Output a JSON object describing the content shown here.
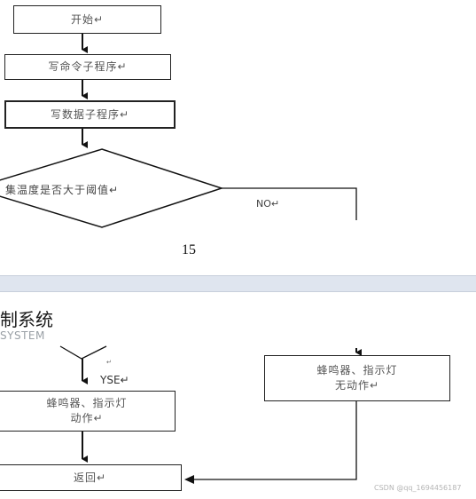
{
  "flowchart_top": {
    "start": "开始↵",
    "write_cmd": "写命令子程序↵",
    "write_data": "写数据子程序↵",
    "decision": "集温度是否大于阈值↵",
    "no_label": "NO↵"
  },
  "page_number": "15",
  "heading": {
    "title": "制系统",
    "subtitle": "SYSTEM"
  },
  "flowchart_bottom": {
    "mark": "↵",
    "yes_label": "YSE↵",
    "alarm_on_line1": "蜂鸣器、指示灯",
    "alarm_on_line2": "动作↵",
    "alarm_off_line1": "蜂鸣器、指示灯",
    "alarm_off_line2": "无动作↵",
    "return": "返回↵"
  },
  "watermark": "CSDN @qq_1694456187"
}
